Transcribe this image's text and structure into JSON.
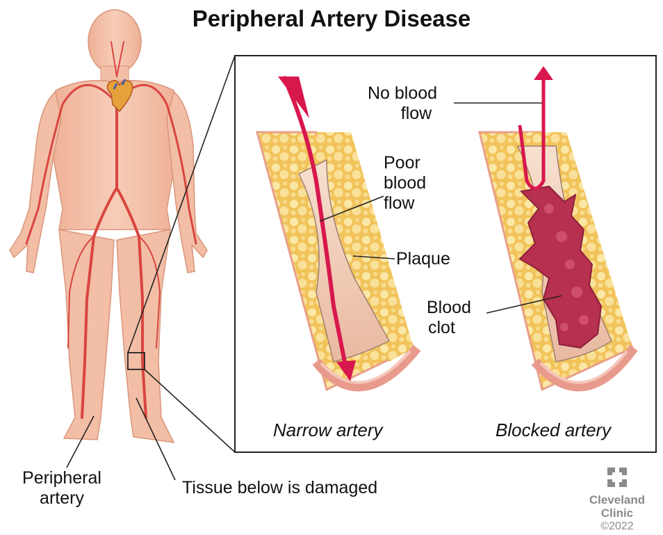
{
  "title": "Peripheral Artery Disease",
  "labels": {
    "no_blood_flow_1": "No blood",
    "no_blood_flow_2": "flow",
    "poor_blood_flow_1": "Poor",
    "poor_blood_flow_2": "blood",
    "poor_blood_flow_3": "flow",
    "plaque": "Plaque",
    "blood_clot_1": "Blood",
    "blood_clot_2": "clot",
    "peripheral_artery_1": "Peripheral",
    "peripheral_artery_2": "artery",
    "tissue_damaged": "Tissue below is damaged"
  },
  "captions": {
    "narrow": "Narrow artery",
    "blocked": "Blocked artery"
  },
  "brand": {
    "name_1": "Cleveland",
    "name_2": "Clinic",
    "copyright": "©2022"
  },
  "colors": {
    "skin": "#f3bfa6",
    "artery": "#d9453f",
    "blood": "#d8174d",
    "plaque": "#f4d57a",
    "clot": "#b7304f",
    "frame": "#222222"
  },
  "icons": {
    "logo": "cleveland-clinic-logo-icon"
  }
}
